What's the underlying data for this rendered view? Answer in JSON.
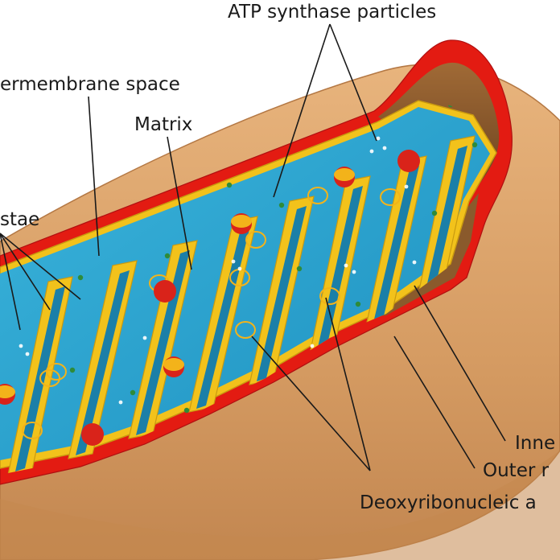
{
  "labels": {
    "atp_synthase": "ATP synthase particles",
    "intermembrane_space": "ermembrane space",
    "matrix": "Matrix",
    "cristae": "stae",
    "inner_membrane": "Inne",
    "outer_membrane": "Outer r",
    "dna": "Deoxyribonucleic a"
  },
  "colors": {
    "outer_shell": "#d8a06a",
    "outer_shell_dark": "#b87a45",
    "intermembrane": "#e31b12",
    "inner_membrane": "#f2c21b",
    "matrix": "#2aa6cf",
    "matrix_dark": "#1b7fa8",
    "cut_face": "#8a5a2c",
    "ribosome": "#2e8b3a",
    "granule": "#f3b31a",
    "granule_red": "#d9231a"
  },
  "icons": {
    "dna": "dna-ring-icon",
    "granule": "granule-icon",
    "ribosome": "ribosome-dot-icon",
    "atp": "atp-particle-icon"
  }
}
